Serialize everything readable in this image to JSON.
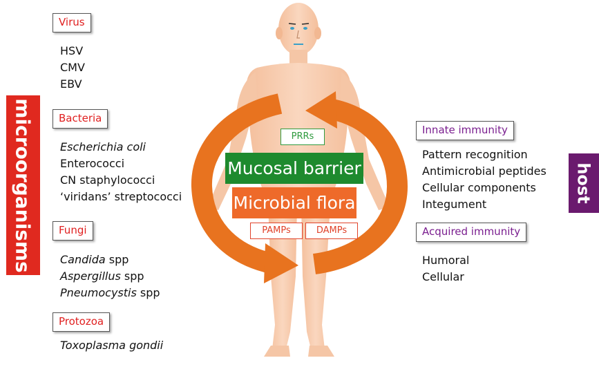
{
  "side_labels": {
    "microorganisms": "microorganisms",
    "host": "host"
  },
  "microorganisms": {
    "virus": {
      "label": "Virus",
      "items": [
        "HSV",
        "CMV",
        "EBV"
      ]
    },
    "bacteria": {
      "label": "Bacteria",
      "items": [
        "Escherichia coli",
        "Enterococci",
        "CN staphylococci",
        "‘viridans’ streptococci"
      ]
    },
    "fungi": {
      "label": "Fungi",
      "items": [
        {
          "name": "Candida",
          "suffix": " spp"
        },
        {
          "name": "Aspergillus",
          "suffix": " spp"
        },
        {
          "name": "Pneumocystis",
          "suffix": " spp"
        }
      ]
    },
    "protozoa": {
      "label": "Protozoa",
      "items": [
        "Toxoplasma gondii"
      ]
    }
  },
  "center": {
    "prrs": "PRRs",
    "mucosal_barrier": "Mucosal barrier",
    "microbial_flora": "Microbial flora",
    "pamps": "PAMPs",
    "damps": "DAMPs"
  },
  "host": {
    "innate": {
      "label": "Innate immunity",
      "items": [
        "Pattern recognition",
        "Antimicrobial peptides",
        "Cellular components",
        "Integument"
      ]
    },
    "acquired": {
      "label": "Acquired immunity",
      "items": [
        "Humoral",
        "Cellular"
      ]
    }
  },
  "colors": {
    "microorganisms_bar": "#e0291f",
    "host_bar": "#6a1a6e",
    "mucosal_barrier": "#1e8a2e",
    "microbial_flora": "#ee6a2a",
    "arrow": "#e8731f",
    "skin": "#f8cdb0",
    "category_red": "#e02020",
    "category_purple": "#7a1e8f",
    "tag_green": "#2e9a3e",
    "tag_red": "#e0422a"
  }
}
